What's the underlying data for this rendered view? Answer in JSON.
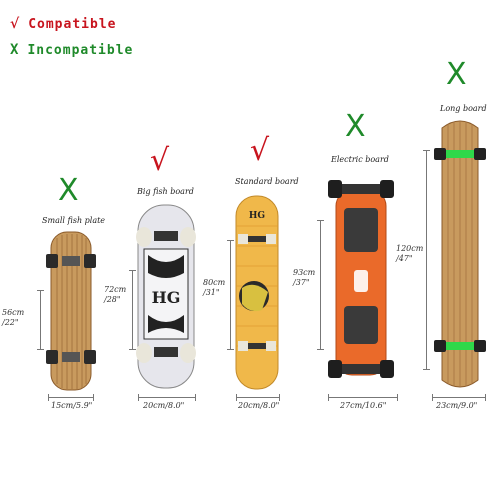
{
  "legend": {
    "compatible": {
      "mark": "√",
      "text": "Compatible",
      "color": "#c8141e"
    },
    "incompatible": {
      "mark": "X",
      "text": "Incompatible",
      "color": "#1f8a2a"
    }
  },
  "boards": [
    {
      "name": "Small fish plate",
      "mark": "X",
      "width": "15cm/5.9\"",
      "length": "56cm\n/22\""
    },
    {
      "name": "Big fish board",
      "mark": "√",
      "width": "20cm/8.0\"",
      "length": "72cm\n/28\""
    },
    {
      "name": "Standard board",
      "mark": "√",
      "width": "20cm/8.0\"",
      "length": "80cm\n/31\""
    },
    {
      "name": "Electric board",
      "mark": "X",
      "width": "27cm/10.6\"",
      "length": "93cm\n/37\""
    },
    {
      "name": "Long board",
      "mark": "X",
      "width": "23cm/9.0\"",
      "length": "120cm\n/47\""
    }
  ],
  "colors": {
    "check": "#c8141e",
    "cross": "#1f8a2a",
    "wood": "#c89a5e",
    "wood_dark": "#9a6a35",
    "electric_deck": "#ea6a2a",
    "truck_green": "#2fd94a",
    "wheel_white": "#e9e6da"
  },
  "icons": [
    "check-icon",
    "cross-icon",
    "skateboard-icon",
    "dimension-arrow-icon"
  ]
}
